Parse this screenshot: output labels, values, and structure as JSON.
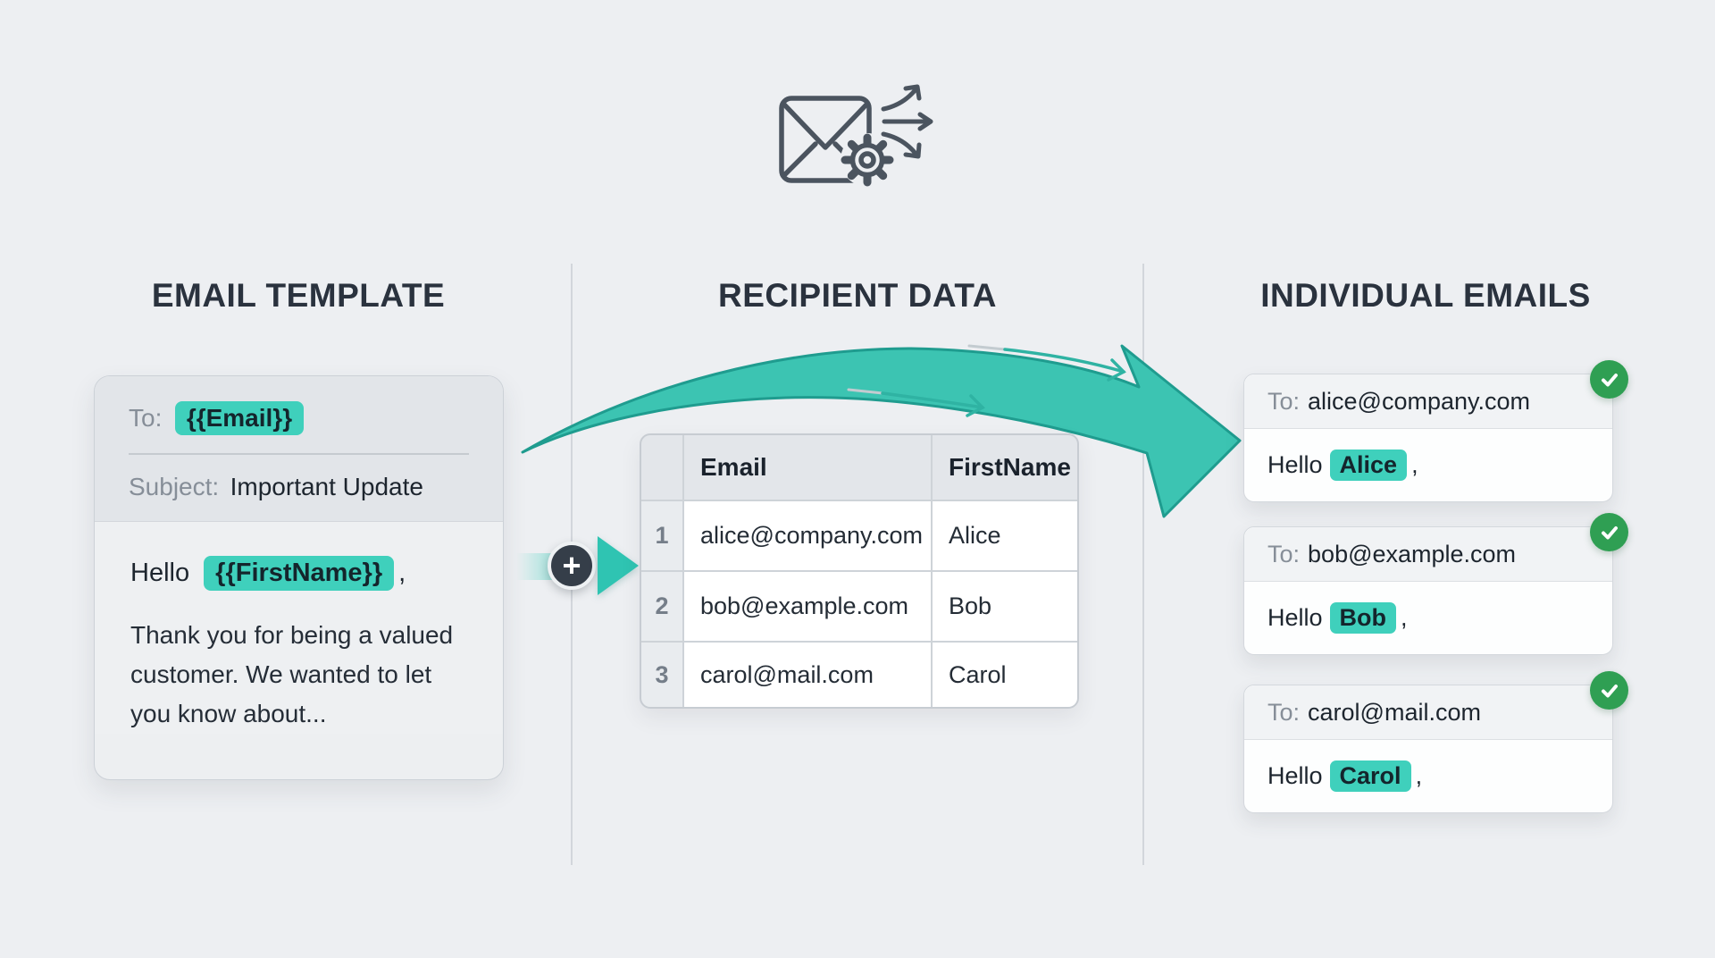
{
  "columns": {
    "template_title": "EMAIL TEMPLATE",
    "recipients_title": "RECIPIENT DATA",
    "individual_title": "INDIVIDUAL EMAILS"
  },
  "template_card": {
    "to_label": "To:",
    "to_token": "{{Email}}",
    "subject_label": "Subject:",
    "subject_value": "Important Update",
    "hello": "Hello",
    "name_token": "{{FirstName}}",
    "comma": ",",
    "body": "Thank you for being a valued customer. We wanted to let you know about..."
  },
  "merge": {
    "plus_label": "+"
  },
  "recipient_table": {
    "columns": [
      "Email",
      "FirstName"
    ],
    "rows": [
      {
        "index": "1",
        "email": "alice@company.com",
        "firstName": "Alice"
      },
      {
        "index": "2",
        "email": "bob@example.com",
        "firstName": "Bob"
      },
      {
        "index": "3",
        "email": "carol@mail.com",
        "firstName": "Carol"
      }
    ]
  },
  "emails": [
    {
      "to_label": "To:",
      "to": "alice@company.com",
      "hello": "Hello",
      "name": "Alice",
      "comma": ","
    },
    {
      "to_label": "To:",
      "to": "bob@example.com",
      "hello": "Hello",
      "name": "Bob",
      "comma": ","
    },
    {
      "to_label": "To:",
      "to": "carol@mail.com",
      "hello": "Hello",
      "name": "Carol",
      "comma": ","
    }
  ],
  "icons": {
    "top": "mail-merge-envelope-gear-fanout-icon",
    "flow": "merge-plus-icon",
    "swoosh": "big-curved-arrow-icon",
    "status": "check-icon"
  },
  "colors": {
    "background": "#edeff2",
    "heading": "#2a323e",
    "accent_teal": "#3fd0bc",
    "swoosh_teal": "#3cc4b2",
    "swoosh_edge": "#1f9c8f",
    "success_green": "#2f9f53",
    "plus_circle": "#353e49"
  }
}
